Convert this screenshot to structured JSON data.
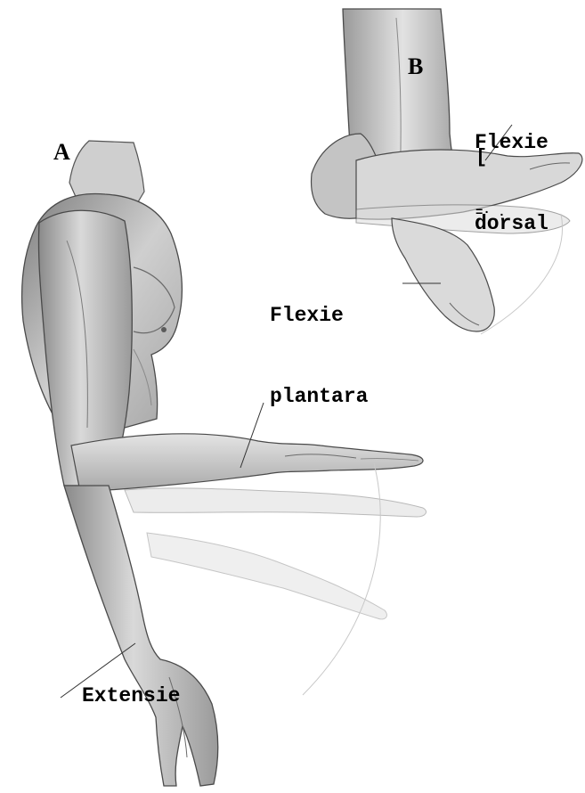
{
  "panels": {
    "a": "A",
    "b": "B"
  },
  "labels": {
    "flexie_dorsal": [
      "Flexie",
      "dorsal"
    ],
    "flexie_plantara": [
      "Flexie",
      "plantara"
    ],
    "extensie": "Extensie"
  },
  "colors": {
    "skin_light": "#ececec",
    "skin_mid": "#b9b9b9",
    "skin_dark": "#7a7a7a",
    "outline": "#4a4a4a",
    "arc_line": "#c8c8c8"
  }
}
